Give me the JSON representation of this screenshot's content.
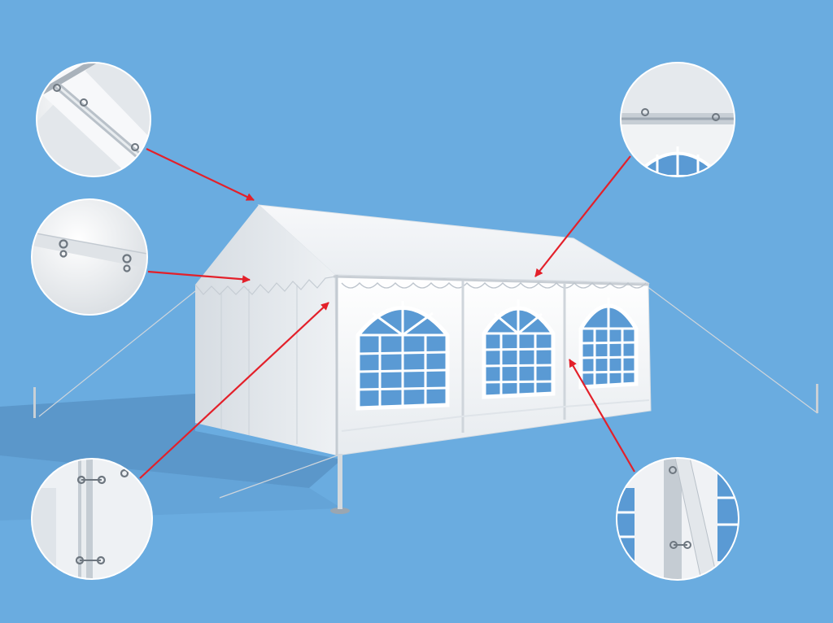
{
  "colors": {
    "background": "#6aace0",
    "canvas": "#f2f4f6",
    "shade": "#d9dee3",
    "frame": "#b9c1c9",
    "window": "#5a9ad4",
    "arrow": "#e3202a",
    "shadow": "#4f86b8"
  },
  "diagram": {
    "callouts": [
      {
        "id": "roof-ridge-detail",
        "target": "roof-ridge"
      },
      {
        "id": "gable-eyelet-detail",
        "target": "gable-end"
      },
      {
        "id": "eave-rail-detail",
        "target": "eave-rail"
      },
      {
        "id": "corner-post-detail",
        "target": "corner-post"
      },
      {
        "id": "side-panel-detail",
        "target": "side-panel"
      }
    ]
  }
}
